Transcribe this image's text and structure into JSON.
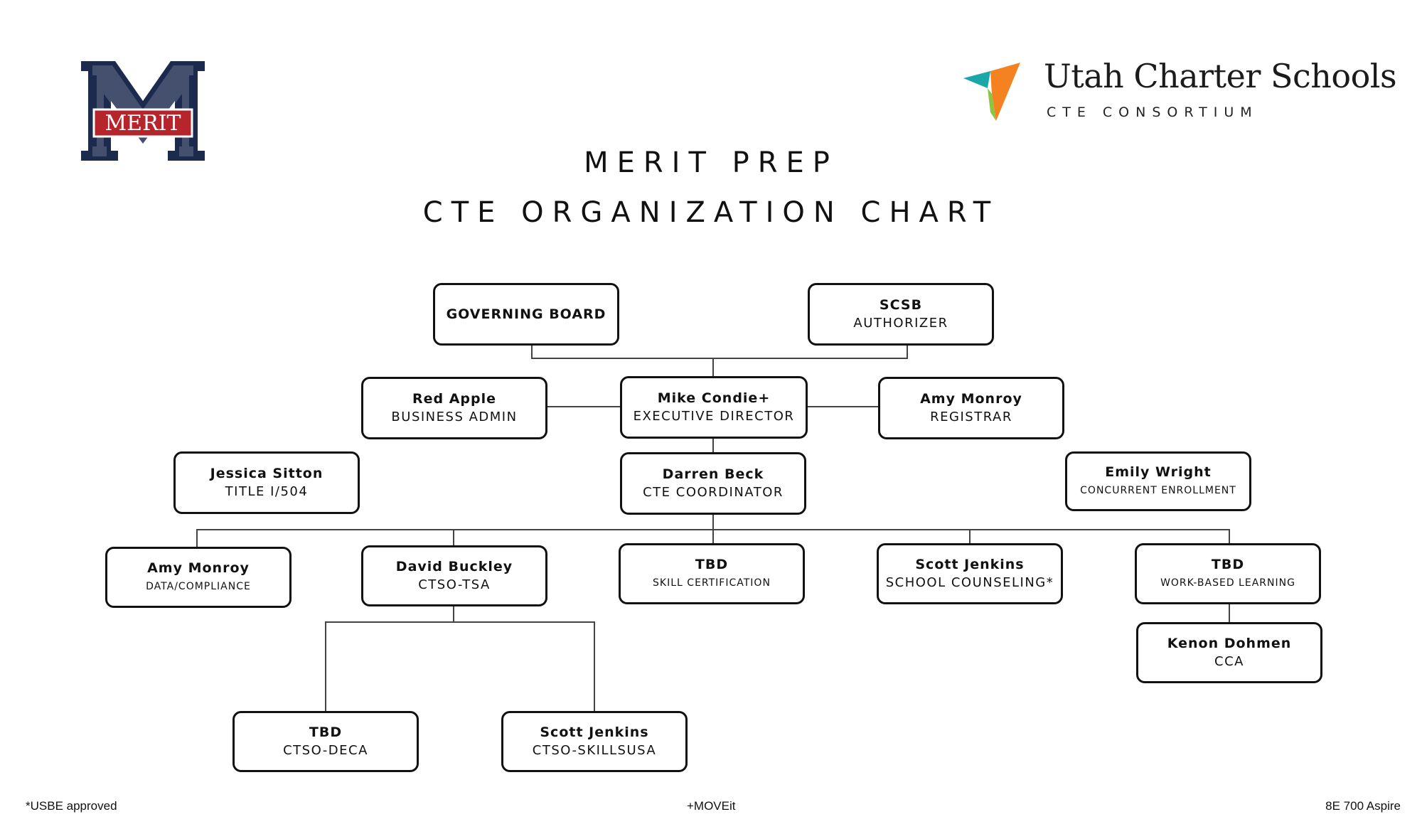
{
  "logos": {
    "merit": {
      "text": "MERIT",
      "colors": {
        "navy": "#1c2a4d",
        "red": "#b5252b"
      }
    },
    "utah": {
      "title": "Utah Charter Schools",
      "subtitle": "CTE CONSORTIUM",
      "colors": {
        "teal": "#1aa7a9",
        "orange": "#f58220",
        "green": "#8cc63f"
      }
    }
  },
  "heading": {
    "line1": "MERIT PREP",
    "line2": "CTE ORGANIZATION CHART"
  },
  "nodes": {
    "governing_board": {
      "name": "GOVERNING BOARD"
    },
    "scsb": {
      "name": "SCSB",
      "role": "AUTHORIZER"
    },
    "red_apple": {
      "name": "Red Apple",
      "role": "BUSINESS ADMIN"
    },
    "mike_condie": {
      "name": "Mike Condie+",
      "role": "EXECUTIVE DIRECTOR"
    },
    "amy_monroy_registrar": {
      "name": "Amy Monroy",
      "role": "REGISTRAR"
    },
    "jessica_sitton": {
      "name": "Jessica Sitton",
      "role": "TITLE I/504"
    },
    "darren_beck": {
      "name": "Darren Beck",
      "role": "CTE COORDINATOR"
    },
    "emily_wright": {
      "name": "Emily Wright",
      "role": "CONCURRENT ENROLLMENT"
    },
    "amy_monroy_data": {
      "name": "Amy Monroy",
      "role": "DATA/COMPLIANCE"
    },
    "david_buckley": {
      "name": "David Buckley",
      "role": "CTSO-TSA"
    },
    "tbd_skill": {
      "name": "TBD",
      "role": "SKILL CERTIFICATION"
    },
    "scott_jenkins_counseling": {
      "name": "Scott Jenkins",
      "role": "SCHOOL COUNSELING*"
    },
    "tbd_wbl": {
      "name": "TBD",
      "role": "WORK-BASED LEARNING"
    },
    "kenon_dohmen": {
      "name": "Kenon Dohmen",
      "role": "CCA"
    },
    "tbd_deca": {
      "name": "TBD",
      "role": "CTSO-DECA"
    },
    "scott_jenkins_skillsusa": {
      "name": "Scott Jenkins",
      "role": "CTSO-SKILLSUSA"
    }
  },
  "footer": {
    "left": "*USBE approved",
    "center": "+MOVEit",
    "right": "8E 700 Aspire"
  }
}
